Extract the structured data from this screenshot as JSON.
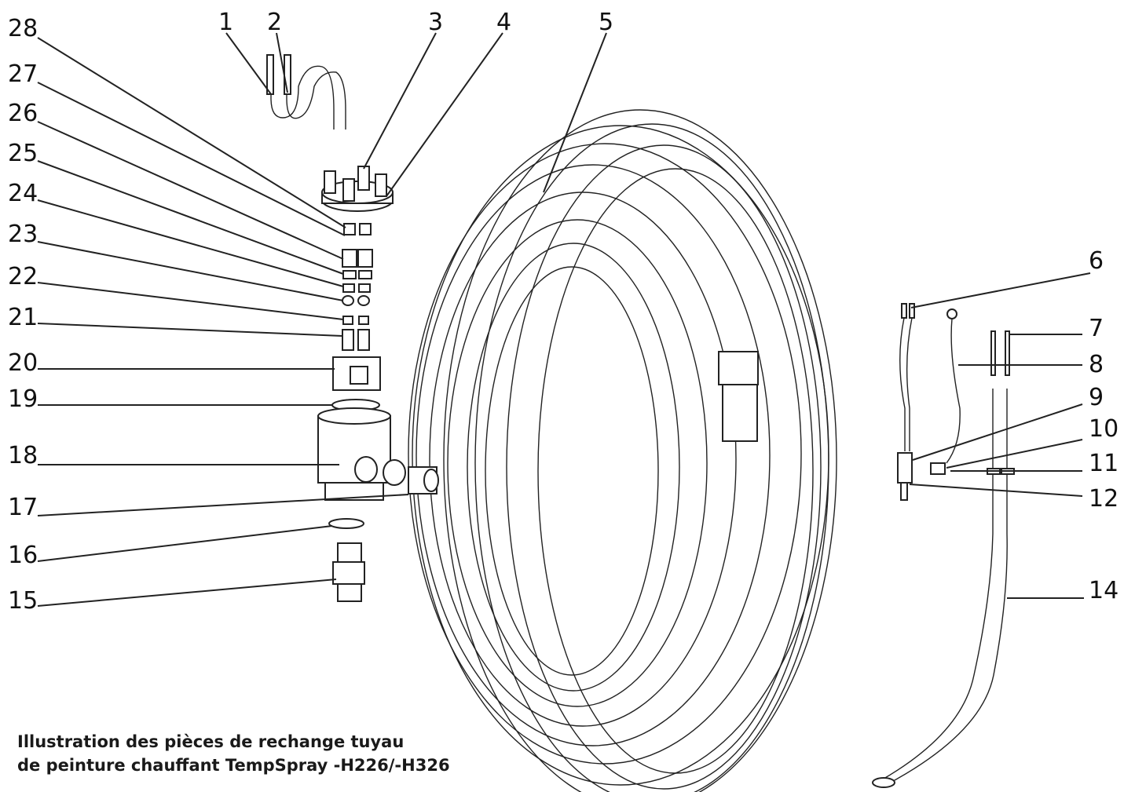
{
  "caption": {
    "line1": "Illustration des pièces de rechange tuyau",
    "line2": "de peinture chauffant TempSpray -H226/-H326"
  },
  "callouts": [
    "1",
    "2",
    "3",
    "4",
    "5",
    "6",
    "7",
    "8",
    "9",
    "10",
    "11",
    "12",
    "14",
    "15",
    "16",
    "17",
    "18",
    "19",
    "20",
    "21",
    "22",
    "23",
    "24",
    "25",
    "26",
    "27",
    "28"
  ],
  "colors": {
    "line": "#222222",
    "text": "#111111",
    "background": "#ffffff"
  }
}
